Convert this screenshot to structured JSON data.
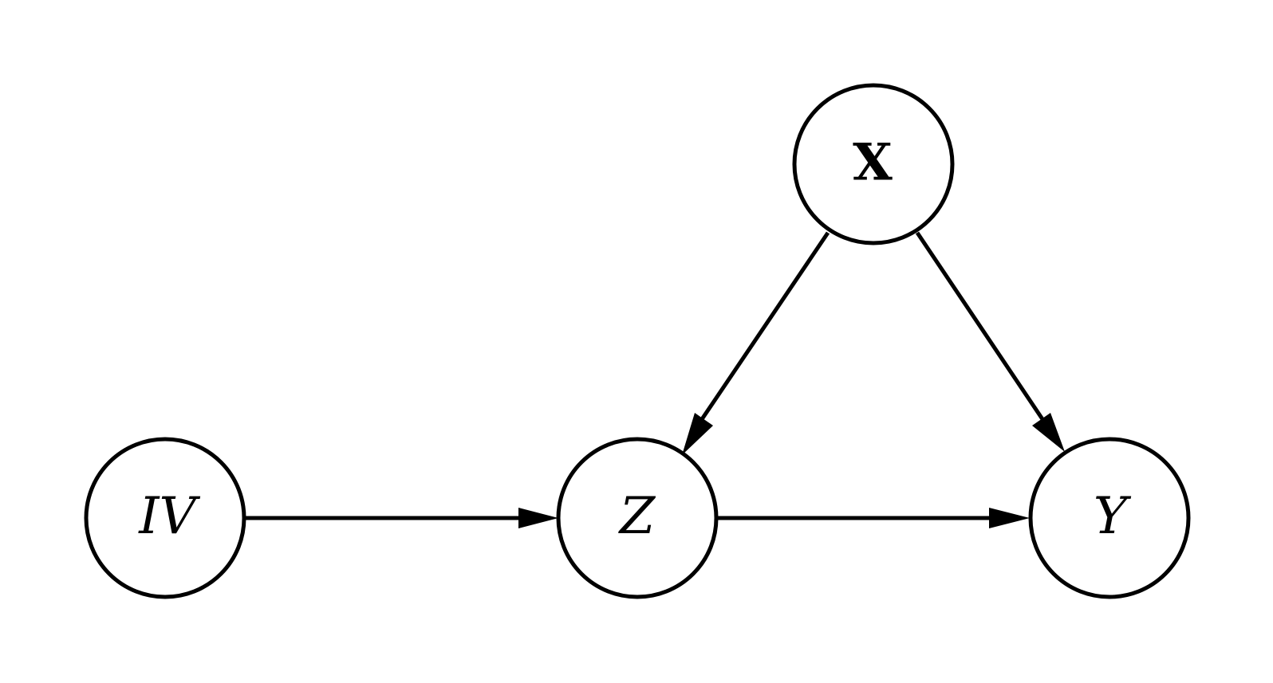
{
  "diagram": {
    "nodes": [
      {
        "id": "IV",
        "label": "IV",
        "style": "italic"
      },
      {
        "id": "Z",
        "label": "Z",
        "style": "italic"
      },
      {
        "id": "X",
        "label": "X",
        "style": "bold"
      },
      {
        "id": "Y",
        "label": "Y",
        "style": "italic"
      }
    ],
    "edges": [
      {
        "from": "IV",
        "to": "Z"
      },
      {
        "from": "Z",
        "to": "Y"
      },
      {
        "from": "X",
        "to": "Z"
      },
      {
        "from": "X",
        "to": "Y"
      }
    ],
    "colors": {
      "stroke": "#000000",
      "background": "#ffffff"
    }
  }
}
